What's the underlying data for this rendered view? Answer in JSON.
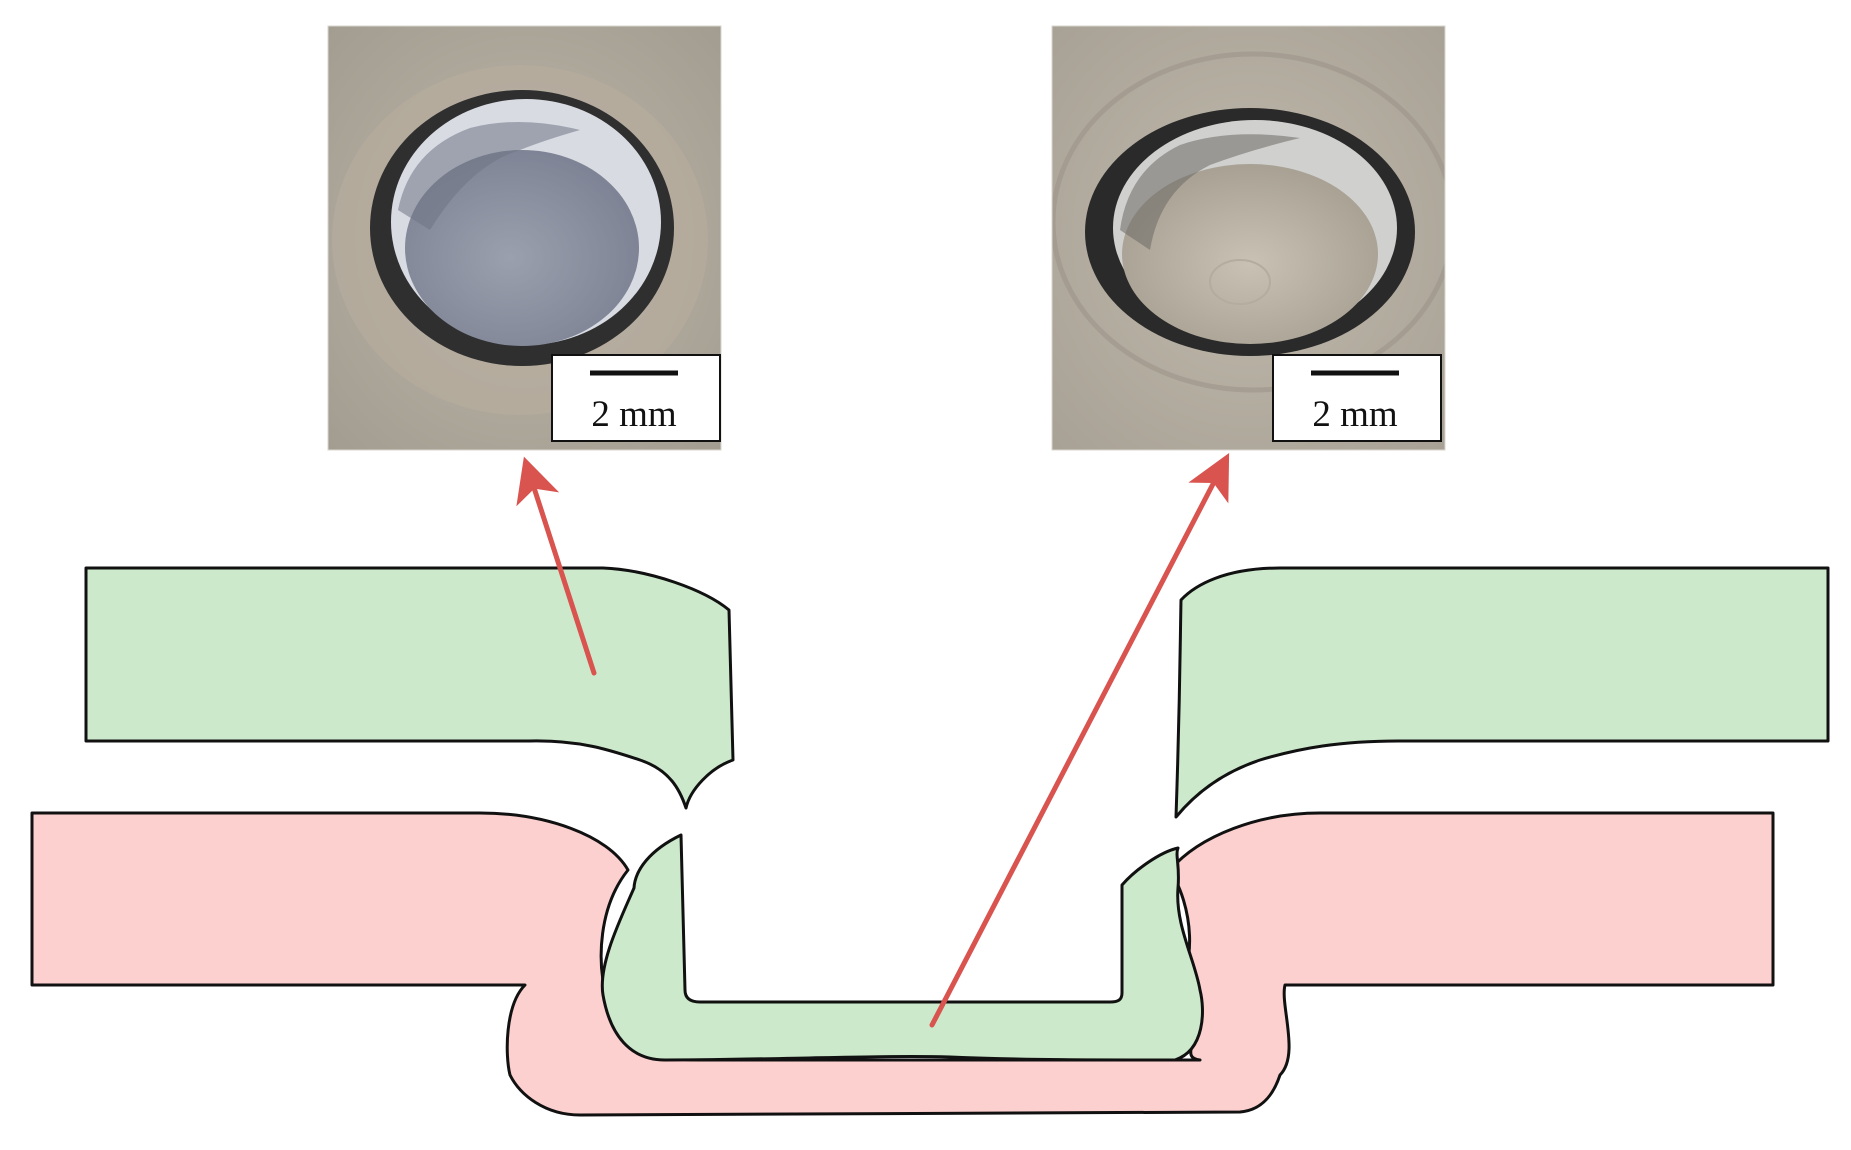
{
  "figure": {
    "micrographs": [
      {
        "id": "upper-sheet-hole",
        "scale_bar_label": "2 mm"
      },
      {
        "id": "lower-sheet-cup",
        "scale_bar_label": "2 mm"
      }
    ],
    "colors": {
      "upper_sheet_fill": "#cde9cc",
      "lower_sheet_fill": "#fcd0cf",
      "outline": "#111111",
      "arrow": "#d9534f",
      "photo_background": "#b1aa9d",
      "hole_interior": "#8f96a6"
    }
  }
}
